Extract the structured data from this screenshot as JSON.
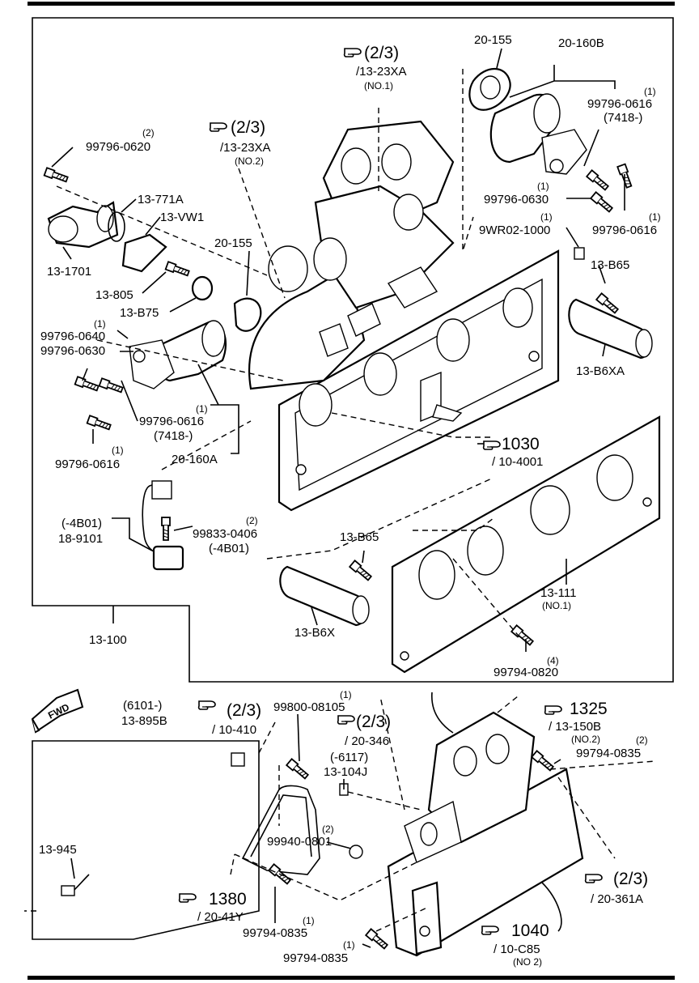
{
  "labels": {
    "ref_2_3": "(2/3)",
    "ref_13_23xa": "/13-23XA",
    "no1": "(NO.1)",
    "no2": "(NO.2)",
    "p20_155": "20-155",
    "p20_160b": "20-160B",
    "q1": "(1)",
    "q2": "(2)",
    "q4": "(4)",
    "p99796_0616": "99796-0616",
    "p7418": "(7418-)",
    "p99796_0630": "99796-0630",
    "p99796_0620": "99796-0620",
    "p9wr02_1000": "9WR02-1000",
    "p13_b65": "13-B65",
    "p13_771a": "13-771A",
    "p13_vw1": "13-VW1",
    "p13_1701": "13-1701",
    "p13_805": "13-805",
    "p13_b75": "13-B75",
    "p99796_0640": "99796-0640",
    "p13_b6xa": "13-B6XA",
    "ref_1030": "1030",
    "ref_10_4001": "/ 10-4001",
    "p20_160a": "20-160A",
    "p4b01_open": "(-4B01)",
    "p18_9101": "18-9101",
    "p99833_0406": "99833-0406",
    "p4b01_close": "(-4B01)",
    "p13_111": "13-111",
    "p13_100": "13-100",
    "p13_b6x": "13-B6X",
    "p99794_0820": "99794-0820",
    "fwd": "FWD",
    "p6101": "(6101-)",
    "p13_895b": "13-895B",
    "ref_10_410": "/ 10-410",
    "p99800_08105": "99800-08105",
    "ref_20_346": "/ 20-346",
    "p6117": "(-6117)",
    "p13_104j": "13-104J",
    "ref_1325": "1325",
    "ref_13_150b": "/ 13-150B",
    "p99794_0835": "99794-0835",
    "p13_945": "13-945",
    "p99940_0801": "99940-0801",
    "ref_1380": "1380",
    "ref_20_41y": "/ 20-41Y",
    "ref_20_361a": "/ 20-361A",
    "ref_1040": "1040",
    "ref_10_c85": "/ 10-C85",
    "no2b": "(NO 2)"
  },
  "icons": {
    "pointer": "pointing-hand-icon",
    "fwd": "fwd-arrow-icon"
  }
}
